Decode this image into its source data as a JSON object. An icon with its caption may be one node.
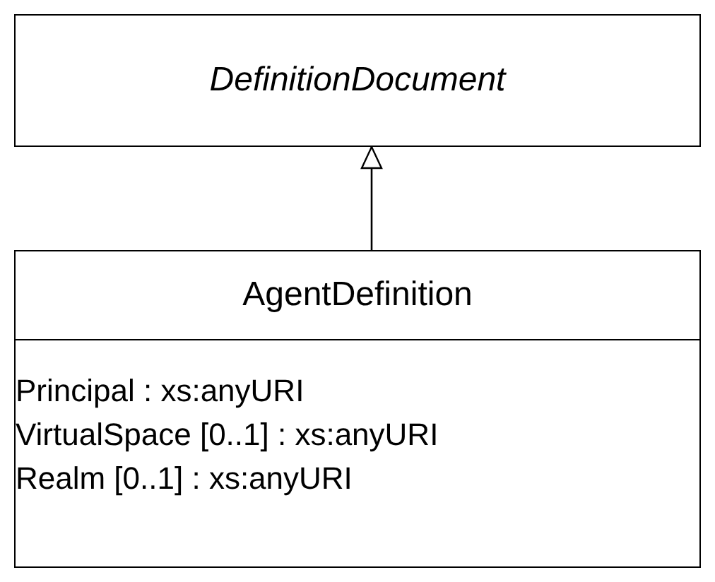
{
  "diagram": {
    "nodes": [
      {
        "text": [
          "DefinitionDocument"
        ]
      },
      {
        "text": [
          "AgentDefinition",
          "Principal : xs:anyURI",
          "VirtualSpace [0..1] : xs:anyURI",
          "Realm [0..1] : xs:anyURI"
        ]
      }
    ],
    "edges": [
      {
        "from": 1,
        "to": 0,
        "arrow": "to"
      }
    ]
  }
}
